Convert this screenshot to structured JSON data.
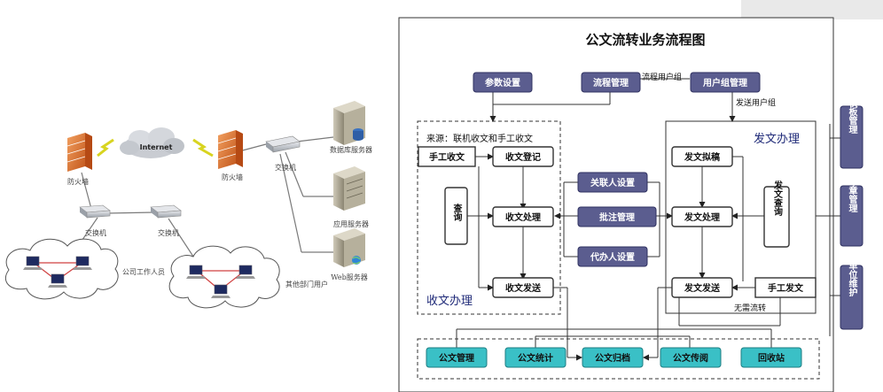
{
  "network": {
    "internet": "Internet",
    "firewall_left": "防火墙",
    "firewall_right": "防火墙",
    "switch_top": "交换机",
    "switch_left": "交换机",
    "switch_mid": "交换机",
    "server_db": "数据库服务器",
    "server_app": "应用服务器",
    "server_web": "Web服务器",
    "group_company": "公司工作人员",
    "group_other": "其他部门用户"
  },
  "flow": {
    "title": "公文流转业务流程图",
    "top": {
      "param": "参数设置",
      "process": "流程管理",
      "usergroup": "用户组管理",
      "flow_user_group": "流程用户组",
      "send_user_group": "发送用户组"
    },
    "receive": {
      "source": "来源：联机收文和手工收文",
      "manual": "手工收文",
      "register": "收文登记",
      "query": "查询",
      "handle": "收文处理",
      "send": "收文发送",
      "title": "收文办理"
    },
    "middle": {
      "related": "关联人设置",
      "annotate": "批注管理",
      "proxy": "代办人设置"
    },
    "dispatch": {
      "title": "发文办理",
      "draft": "发文拟稿",
      "handle": "发文处理",
      "query": "发文查询",
      "send": "发文发送",
      "manual": "手工发文",
      "no_flow": "无需流转"
    },
    "side": {
      "template": "模板管理",
      "seal": "印章管理",
      "external": "外单位维护"
    },
    "bottom": {
      "manage": "公文管理",
      "stats": "公文统计",
      "archive": "公文归档",
      "circulate": "公文传阅",
      "recycle": "回收站"
    }
  },
  "colors": {
    "dark_box": "#5b5d8f",
    "teal_box": "#3ac0c6",
    "flow_line": "#333333",
    "network_line": "#7a7a7a",
    "link_red": "#d04040"
  }
}
